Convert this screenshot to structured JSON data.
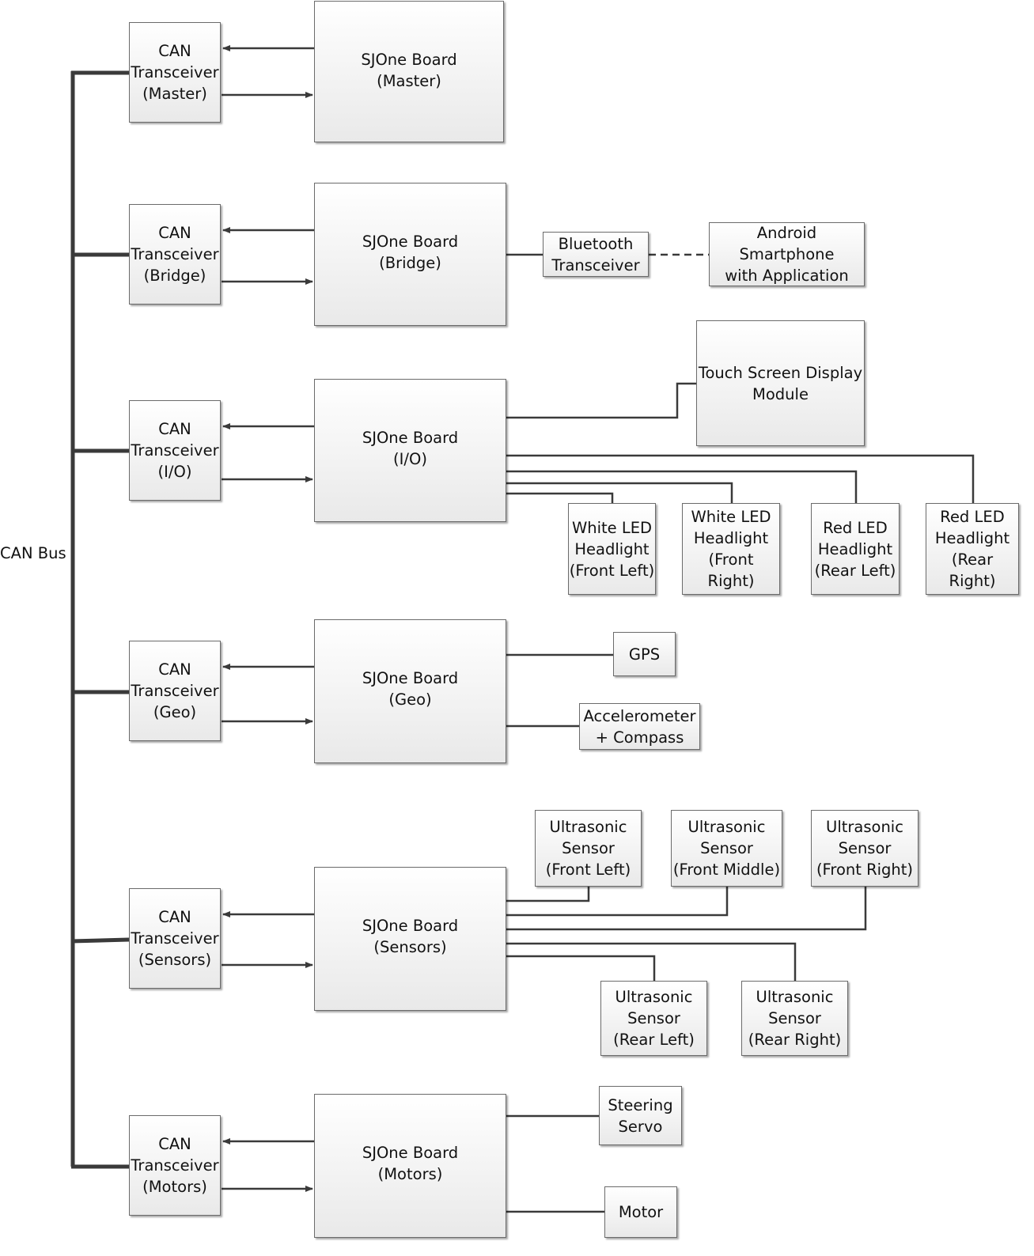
{
  "bus_label": "CAN Bus",
  "transceivers": {
    "master": "CAN\nTransceiver\n(Master)",
    "bridge": "CAN\nTransceiver\n(Bridge)",
    "io": "CAN\nTransceiver\n(I/O)",
    "geo": "CAN\nTransceiver\n(Geo)",
    "sensors": "CAN\nTransceiver\n(Sensors)",
    "motors": "CAN\nTransceiver\n(Motors)"
  },
  "boards": {
    "master": "SJOne Board\n(Master)",
    "bridge": "SJOne Board\n(Bridge)",
    "io": "SJOne Board\n(I/O)",
    "geo": "SJOne Board\n(Geo)",
    "sensors": "SJOne Board\n(Sensors)",
    "motors": "SJOne Board\n(Motors)"
  },
  "peripherals": {
    "bluetooth": "Bluetooth\nTransceiver",
    "android": "Android Smartphone\nwith Application",
    "touch_screen": "Touch Screen Display\nModule",
    "led_front_left": "White LED\nHeadlight\n(Front Left)",
    "led_front_right": "White LED\nHeadlight\n(Front Right)",
    "led_rear_left": "Red LED\nHeadlight\n(Rear Left)",
    "led_rear_right": "Red LED\nHeadlight\n(Rear Right)",
    "gps": "GPS",
    "accel_compass": "Accelerometer\n+ Compass",
    "us_front_left": "Ultrasonic\nSensor\n(Front Left)",
    "us_front_middle": "Ultrasonic\nSensor\n(Front Middle)",
    "us_front_right": "Ultrasonic\nSensor\n(Front Right)",
    "us_rear_left": "Ultrasonic\nSensor\n(Rear Left)",
    "us_rear_right": "Ultrasonic\nSensor\n(Rear Right)",
    "steering_servo": "Steering\nServo",
    "motor": "Motor"
  }
}
